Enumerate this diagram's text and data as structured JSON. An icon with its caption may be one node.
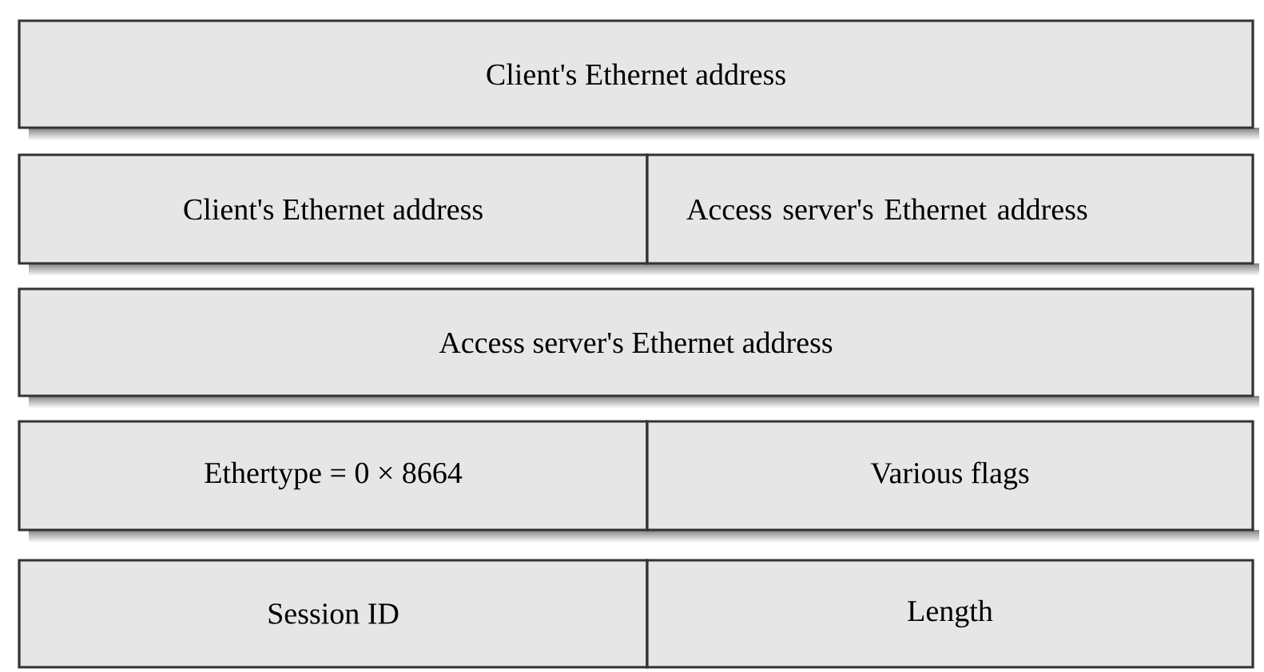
{
  "diagram": {
    "nodes": [
      {
        "text": [
          "Client's Ethernet address"
        ]
      },
      {
        "text": [
          "Client's Ethernet address"
        ]
      },
      {
        "text": [
          "Access server's Ethernet address"
        ]
      },
      {
        "text": [
          "Access server's Ethernet address"
        ]
      },
      {
        "text": [
          "Ethertype = 0 × 8664"
        ]
      },
      {
        "text": [
          "Various flags"
        ]
      },
      {
        "text": [
          "Session ID"
        ]
      },
      {
        "text": [
          "Length"
        ]
      }
    ]
  }
}
